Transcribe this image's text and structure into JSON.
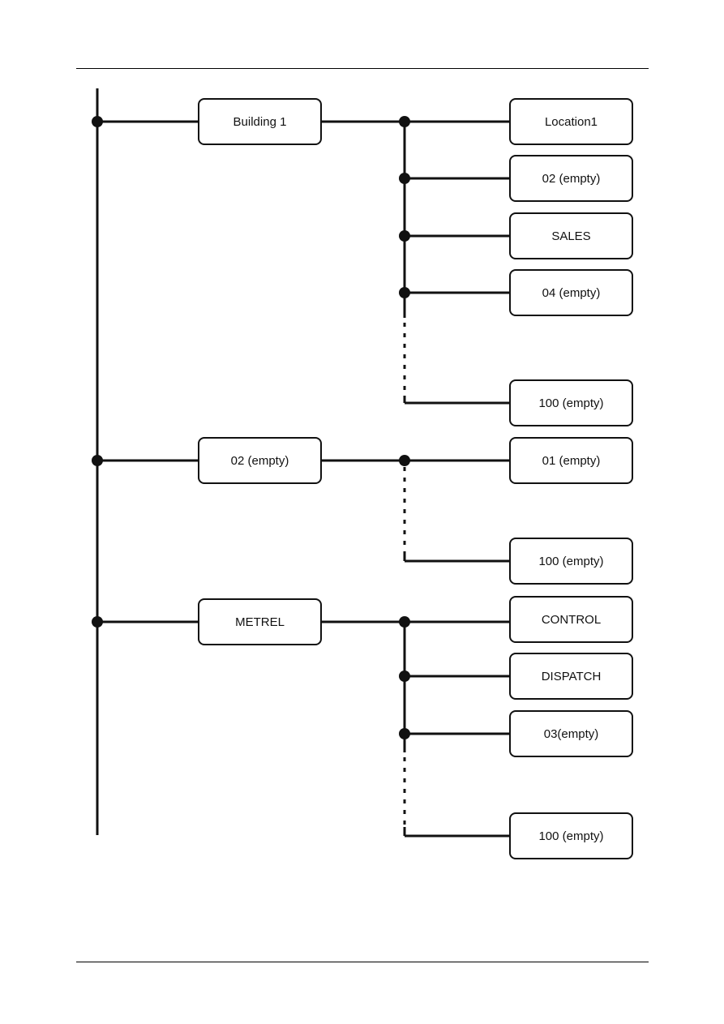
{
  "tree": {
    "level1": [
      {
        "label": "Building 1",
        "children": [
          "Location1",
          "02 (empty)",
          "SALES",
          "04 (empty)",
          "100 (empty)"
        ]
      },
      {
        "label": "02 (empty)",
        "children": [
          "01 (empty)",
          "100 (empty)"
        ]
      },
      {
        "label": "METREL",
        "children": [
          "CONTROL",
          "DISPATCH",
          "03(empty)",
          "100 (empty)"
        ]
      }
    ]
  }
}
